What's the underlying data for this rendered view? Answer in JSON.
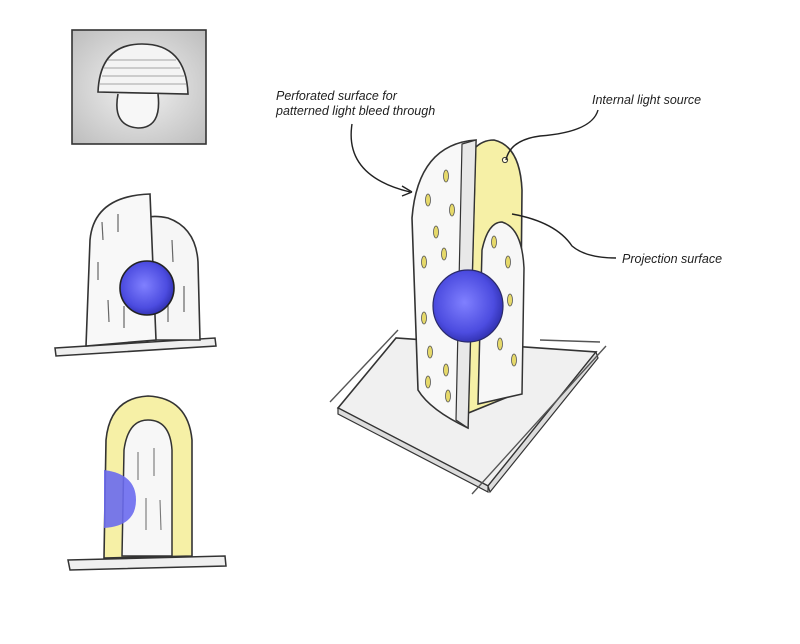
{
  "annotations": {
    "perforated_line1": "Perforated surface for",
    "perforated_line2": "patterned light bleed through",
    "internal_light": "Internal light source",
    "projection": "Projection surface"
  },
  "colors": {
    "ink": "#2a2a2a",
    "glow_yellow": "#f6f0a6",
    "orb_blue": "#5a5ae6",
    "base_grey": "#ececec"
  }
}
